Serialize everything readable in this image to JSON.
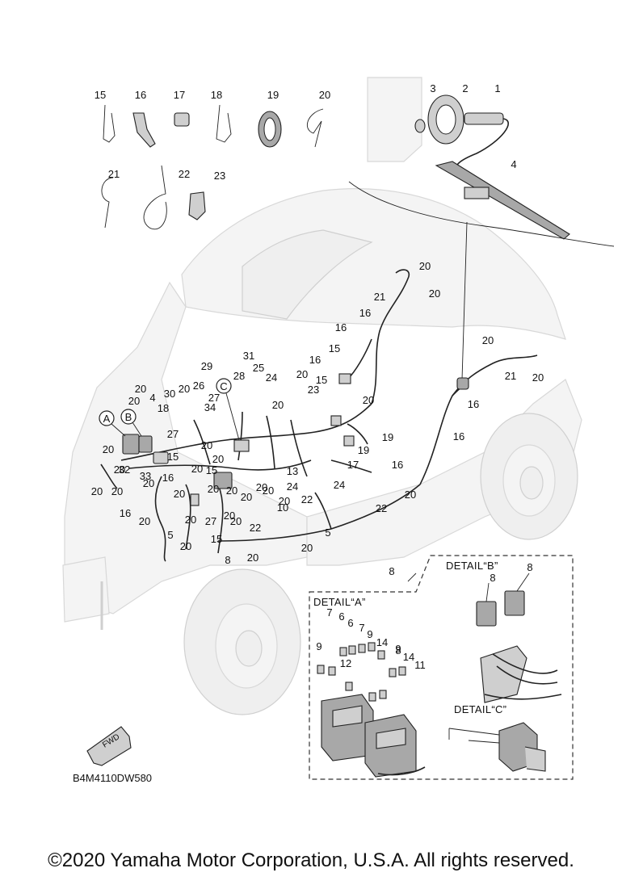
{
  "diagram": {
    "code": "B4M4110DW580",
    "fwd_label": "FWD",
    "detail_a_title": "DETAIL“A”",
    "detail_b_title": "DETAIL“B”",
    "detail_c_title": "DETAIL“C”",
    "callout_a": "A",
    "callout_b": "B",
    "callout_c": "C",
    "callouts": [
      "15",
      "16",
      "17",
      "18",
      "19",
      "20",
      "21",
      "22",
      "23",
      "1",
      "2",
      "3",
      "4",
      "20",
      "21",
      "20",
      "16",
      "16",
      "15",
      "16",
      "15",
      "20",
      "21",
      "20",
      "20",
      "16",
      "16",
      "19",
      "19",
      "17",
      "16",
      "20",
      "22",
      "24",
      "24",
      "22",
      "20",
      "29",
      "31",
      "28",
      "25",
      "24",
      "20",
      "20",
      "27",
      "34",
      "26",
      "30",
      "20",
      "20",
      "20",
      "20",
      "23",
      "20",
      "20",
      "4",
      "18",
      "27",
      "20",
      "15",
      "20",
      "32",
      "33",
      "20",
      "20",
      "16",
      "16",
      "20",
      "5",
      "20",
      "20",
      "20",
      "15",
      "20",
      "20",
      "27",
      "20",
      "20",
      "20",
      "20",
      "15",
      "20",
      "22",
      "20",
      "20",
      "20",
      "5",
      "10",
      "13",
      "8",
      "8",
      "8",
      "8",
      "7",
      "6",
      "6",
      "7",
      "9",
      "9",
      "14",
      "8",
      "9",
      "14",
      "11",
      "12"
    ]
  },
  "copyright": "©2020 Yamaha Motor Corporation, U.S.A. All rights reserved."
}
